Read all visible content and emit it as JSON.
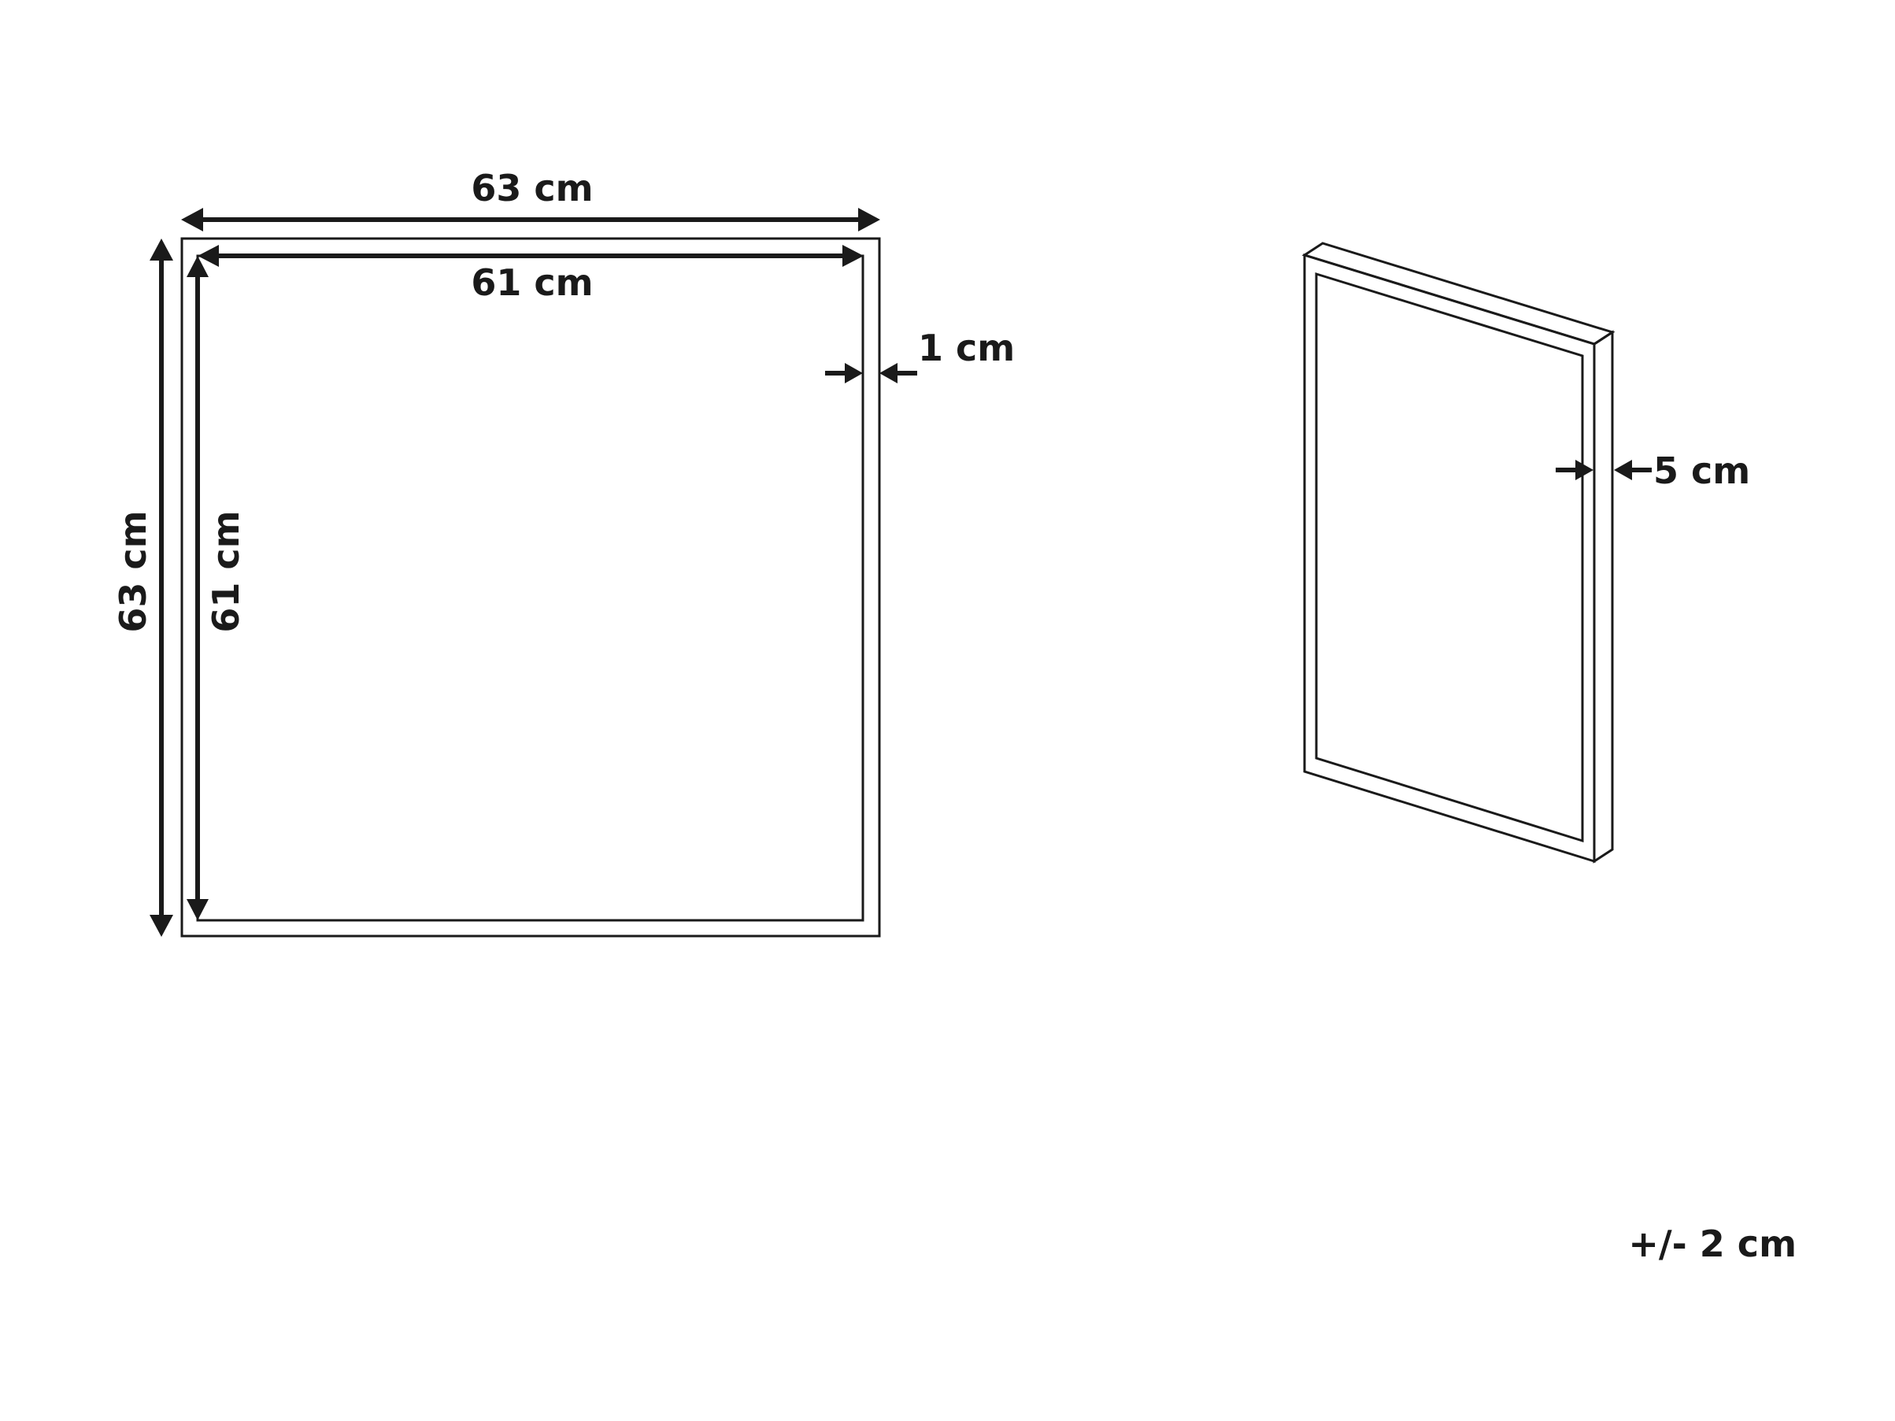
{
  "front_view": {
    "outer_width_label": "63 cm",
    "inner_width_label": "61 cm",
    "outer_height_label": "63 cm",
    "inner_height_label": "61 cm",
    "frame_border_label": "1 cm"
  },
  "side_view": {
    "depth_label": "5 cm"
  },
  "tolerance_label": "+/- 2 cm"
}
